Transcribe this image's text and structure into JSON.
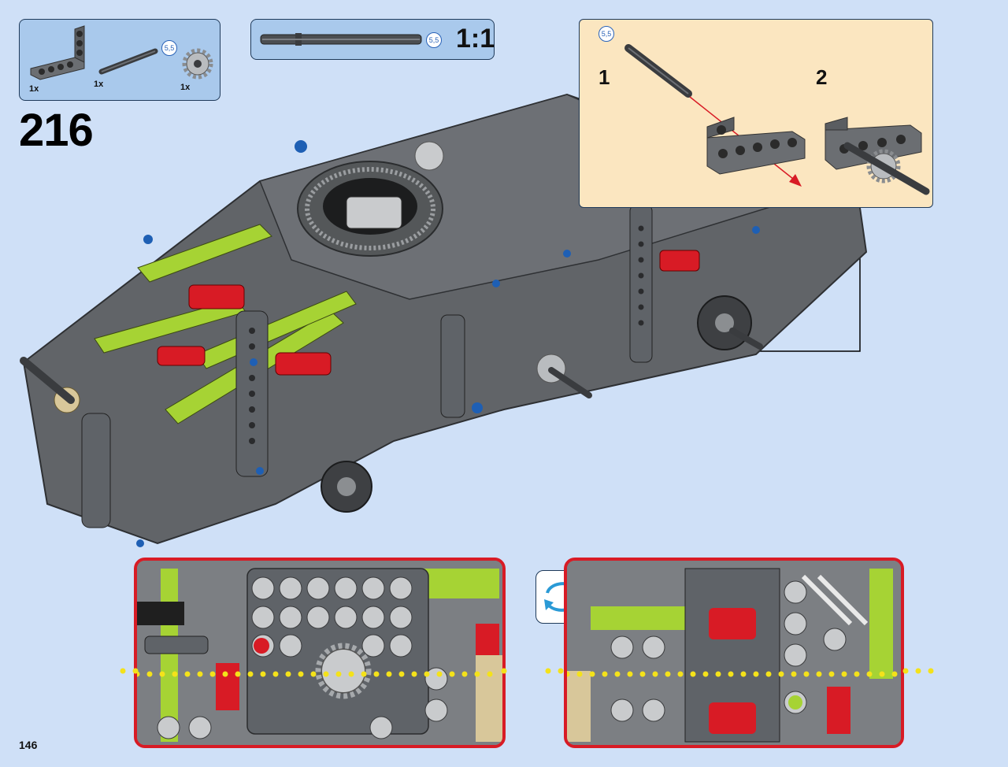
{
  "step": {
    "number": "216"
  },
  "page": {
    "number": "146"
  },
  "parts": [
    {
      "icon": "l-beam-icon",
      "qty": "1x"
    },
    {
      "icon": "axle-length-5-5-icon",
      "qty": "1x",
      "length_badge": "5,5"
    },
    {
      "icon": "gear-12-tooth-icon",
      "qty": "1x"
    }
  ],
  "scale": {
    "length_badge": "5,5",
    "label": "1:1"
  },
  "sub_assembly": {
    "length_badge": "5,5",
    "steps": [
      {
        "label": "1"
      },
      {
        "label": "2"
      }
    ]
  },
  "colors": {
    "background": "#cfe0f7",
    "callout_frame": "#1f3a5a",
    "detail_frame": "#d81b25",
    "lime": "#a6d334",
    "dark_bluish_gray": "#5f6368",
    "red": "#d81b25",
    "blue": "#1e5fb4",
    "guide_dots": "#f4e21a"
  }
}
